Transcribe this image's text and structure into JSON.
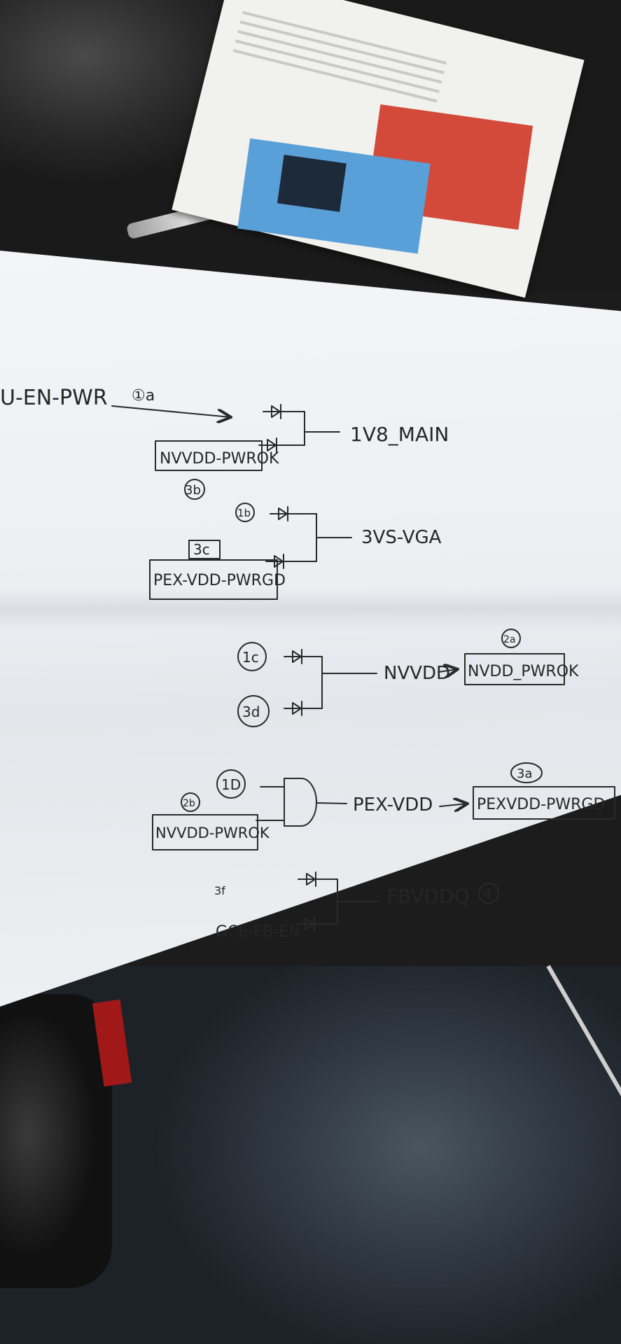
{
  "diagram": {
    "sections": [
      {
        "input_signal": "U-EN-PWR",
        "input_marker": "①a",
        "input_box": "NVVDD-PWROK",
        "box_marker": "3b",
        "output": "1V8_MAIN"
      },
      {
        "input_marker": "1b",
        "input_box": "PEX-VDD-PWRGD",
        "box_marker": "3c",
        "output": "3VS-VGA"
      },
      {
        "input_marker_top": "1c",
        "input_marker_bottom": "3d",
        "output": "NVVDD",
        "output_box": "NVDD_PWROK",
        "output_box_marker": "2a"
      },
      {
        "input_marker": "1D",
        "input_box": "NVVDD-PWROK",
        "box_marker": "2b",
        "output": "PEX-VDD",
        "output_box": "PEXVDD-PWRGD",
        "output_box_marker": "3a"
      },
      {
        "input_marker": "3f",
        "input_signal": "GC6-FB-EN",
        "output": "FBVDDQ",
        "output_marker": "4"
      }
    ]
  }
}
